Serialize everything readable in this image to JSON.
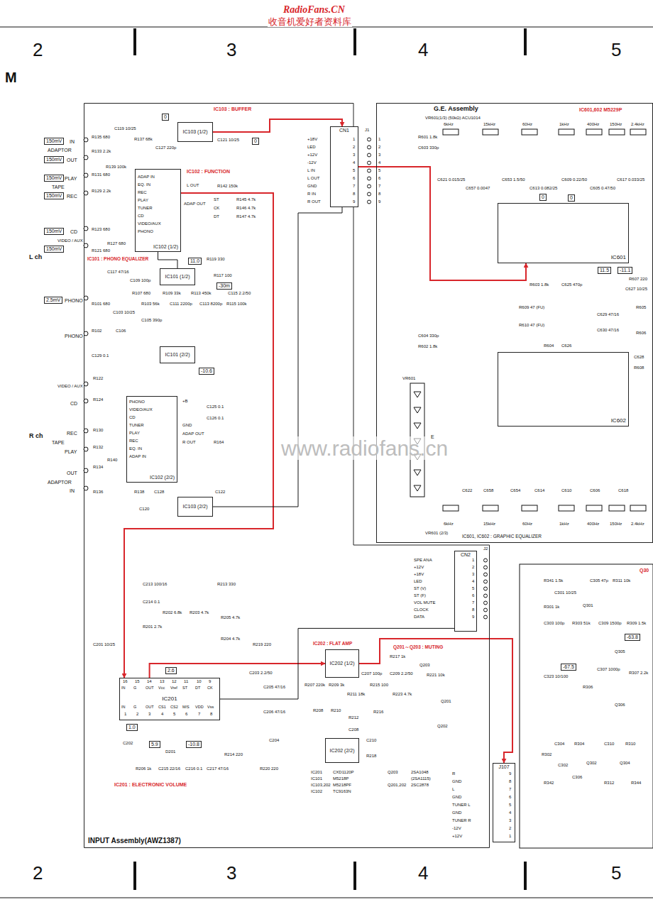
{
  "diagram": {
    "nodes": [
      {
        "text": [
          "INPUT Assembly(AWZ1387)"
        ]
      },
      {
        "text": [
          "IC103 (1/2)"
        ],
        "in": 0
      },
      {
        "text": [
          "IC102 (1/2)"
        ],
        "in": 0
      },
      {
        "text": [
          "IC101 (1/2)"
        ],
        "in": 0
      },
      {
        "text": [
          "IC101 (2/2)"
        ],
        "in": 0
      },
      {
        "text": [
          "IC102 (2/2)"
        ],
        "in": 0
      },
      {
        "text": [
          "IC103 (2/2)"
        ],
        "in": 0
      },
      {
        "text": [
          "IC201"
        ],
        "in": 0
      },
      {
        "text": [
          "IC202 (1/2)"
        ],
        "in": 0
      },
      {
        "text": [
          "IC202 (2/2)"
        ],
        "in": 0
      },
      {
        "text": [
          "CN1"
        ],
        "in": 0
      },
      {
        "text": [
          "CN2"
        ],
        "in": 0
      },
      {
        "text": [
          "G.E. Assembly"
        ]
      },
      {
        "text": [
          "IC601"
        ],
        "in": 12
      },
      {
        "text": [
          "IC602"
        ],
        "in": 12
      },
      {
        "text": [
          "J107"
        ]
      }
    ],
    "edges": [
      {
        "from": 1,
        "to": 10,
        "arrow": "to"
      },
      {
        "from": 10,
        "to": 13,
        "arrow": "to"
      },
      {
        "from": 2,
        "to": 7,
        "arrow": "to"
      },
      {
        "from": 7,
        "to": 8,
        "arrow": "to"
      },
      {
        "from": 8,
        "to": 15,
        "arrow": "to"
      },
      {
        "from": 3,
        "to": 2,
        "arrow": "none"
      },
      {
        "from": 11,
        "to": 7,
        "arrow": "none"
      },
      {
        "from": 6,
        "to": 10,
        "arrow": "none"
      }
    ],
    "labels": [
      "RadioFans.CN",
      "收音机爱好者资料库",
      "2",
      "3",
      "4",
      "5",
      "M",
      "150mV",
      "IN",
      "ADAPTOR",
      "150mV",
      "OUT",
      "150mV",
      "PLAY",
      "TAPE",
      "150mV",
      "REC",
      "L ch",
      "150mV",
      "CD",
      "150mV",
      "VIDEO / AUX",
      "2.5mV",
      "PHONO",
      "PHONO",
      "VIDEO / AUX",
      "CD",
      "R ch",
      "REC",
      "TAPE",
      "PLAY",
      "OUT",
      "ADAPTOR",
      "IN",
      "R135 680",
      "R133 2.2k",
      "R131 680",
      "R129 2.2k",
      "R123 680",
      "R121 680",
      "R101 680",
      "C119 10/25",
      "R137 68k",
      "C127 220p",
      "0",
      "C121 10/25",
      "0",
      "IC103 : BUFFER",
      "R139 100k",
      "IC102 : FUNCTION",
      "ADAP IN",
      "EQ. IN",
      "REC",
      "PLAY",
      "TUNER",
      "CD",
      "VIDEO/AUX",
      "PHONO",
      "L OUT",
      "ADAP OUT",
      "ST",
      "CK",
      "DT",
      "R142 150k",
      "R145 4.7k",
      "R146 4.7k",
      "R147 4.7k",
      "R127 680",
      "IC101 : PHONO EQUALIZER",
      "11.0",
      "R119 330",
      "C117 47/16",
      "C109 100p",
      "R117 100",
      "R107 680",
      "R109 33k",
      "R113 450k",
      "-30m",
      "C103 10/25",
      "R103 56k",
      "C105 390p",
      "C111 2200p",
      "C113 8200p",
      "R115 100k",
      "C115 2.2/50",
      "-10.6",
      "R102",
      "C106",
      "C129 0.1",
      "R122",
      "R124",
      "R130",
      "R132",
      "R134",
      "R136",
      "R140",
      "PHONO",
      "VIDEO/AUX",
      "CD",
      "TUNER",
      "PLAY",
      "REC",
      "EQ. IN",
      "ADAP IN",
      "+B",
      "GND",
      "ADAP OUT",
      "R OUT",
      "C125 0.1",
      "C126 0.1",
      "R164",
      "R138",
      "C128",
      "C122",
      "C120",
      "J1",
      "+18V",
      "LED",
      "+12V",
      "-12V",
      "L IN",
      "L OUT",
      "GND",
      "R IN",
      "R OUT",
      "1",
      "2",
      "3",
      "4",
      "5",
      "6",
      "7",
      "8",
      "9",
      "1",
      "2",
      "3",
      "4",
      "5",
      "6",
      "7",
      "8",
      "9",
      "www.radiofans.cn",
      "16",
      "15",
      "14",
      "13",
      "12",
      "11",
      "10",
      "9",
      "IN",
      "G",
      "OUT",
      "Vcc",
      "Vref",
      "ST",
      "DT",
      "CK",
      "IN",
      "G",
      "OUT",
      "CS1",
      "CS2",
      "M/S",
      "VDD",
      "Vss",
      "1",
      "2",
      "3",
      "4",
      "5",
      "6",
      "7",
      "8",
      "2.6",
      "1.0",
      "5.9",
      "-10.8",
      "IC201 : ELECTRONIC VOLUME",
      "C213 100/16",
      "R213 330",
      "C214 0.1",
      "R202 6.8k",
      "R203 4.7k",
      "R205 4.7k",
      "R204 4.7k",
      "R201 2.7k",
      "C201 10/25",
      "R219 220",
      "C203 2.2/50",
      "C205 47/16",
      "C206 47/16",
      "R207 220k",
      "R209 3k",
      "R211 18k",
      "C207 100p",
      "C209 2.2/50",
      "R215 100",
      "R217 1k",
      "R221 10k",
      "R223 4.7k",
      "Q201",
      "Q202",
      "Q203",
      "Q201～Q203 : MUTING",
      "IC202 : FLAT AMP",
      "R208",
      "R210",
      "R212",
      "R216",
      "C208",
      "C210",
      "R218",
      "C204",
      "R214 220",
      "C217 47/16",
      "C216 0.1",
      "C215 22/16",
      "R206 1k",
      "D201",
      "C202",
      "R220 220",
      "IC201",
      "CXD1120P",
      "IC101",
      "M5218P",
      "IC103,202",
      "M5218PF",
      "IC102",
      "TC9163N",
      "Q203",
      "2SA1048",
      "(2SA1115)",
      "Q201,202",
      "2SC2878",
      "SPE ANA",
      "+12V",
      "+18V",
      "LED",
      "ST (V)",
      "ST (F)",
      "VOL MUTE",
      "CLOCK",
      "DATA",
      "1",
      "2",
      "3",
      "4",
      "5",
      "6",
      "7",
      "8",
      "9",
      "J2",
      "R",
      "GND",
      "L",
      "GND",
      "TUNER L",
      "GND",
      "TUNER R",
      "-12V",
      "+12V",
      "9",
      "8",
      "7",
      "6",
      "5",
      "4",
      "3",
      "2",
      "1",
      "2",
      "3",
      "4",
      "5",
      "IC601,602 M5229P",
      "VR601(1/3) (50kΩ) ACU1014",
      "6kHz",
      "15kHz",
      "60Hz",
      "1kHz",
      "400Hz",
      "150Hz",
      "2.4kHz",
      "R601 1.8k",
      "C603 330p",
      "C621 0.015/25",
      "C657 0.0047",
      "C653 1.5/50",
      "C613 0.082/25",
      "C609 0.22/50",
      "C605 0.47/50",
      "C617 0.033/25",
      "0",
      "0",
      "11.5",
      "-11.1",
      "R603 1.8k",
      "C625 470p",
      "R607 220",
      "C627 10/25",
      "R605",
      "R609 47 (FU)",
      "C629 47/16",
      "R610 47 (FU)",
      "C630 47/16",
      "R606",
      "C604 330p",
      "R602 1.8k",
      "R604",
      "C626",
      "C628",
      "R608",
      "VR601",
      "E",
      "C622",
      "C658",
      "C654",
      "C614",
      "C610",
      "C606",
      "C618",
      "6kHz",
      "15kHz",
      "60Hz",
      "1kHz",
      "400Hz",
      "150Hz",
      "2.4kHz",
      "VR601 (2/3)",
      "IC601, IC602 : GRAPHIC EQUALIZER",
      "Q30",
      "R341 1.5k",
      "C305 47p",
      "R311 10k",
      "C301 10/25",
      "R301 1k",
      "Q301",
      "C303 100p",
      "R303 51k",
      "C309 1500p",
      "R309 1.5k",
      "-63.8",
      "Q305",
      "-67.5",
      "C323 10/100",
      "C307 1000p",
      "R307 2.2k",
      "R306",
      "Q306",
      "C304",
      "R304",
      "C310",
      "R310",
      "R302",
      "C302",
      "Q302",
      "Q304",
      "R342",
      "C306",
      "R312",
      "R344"
    ]
  }
}
